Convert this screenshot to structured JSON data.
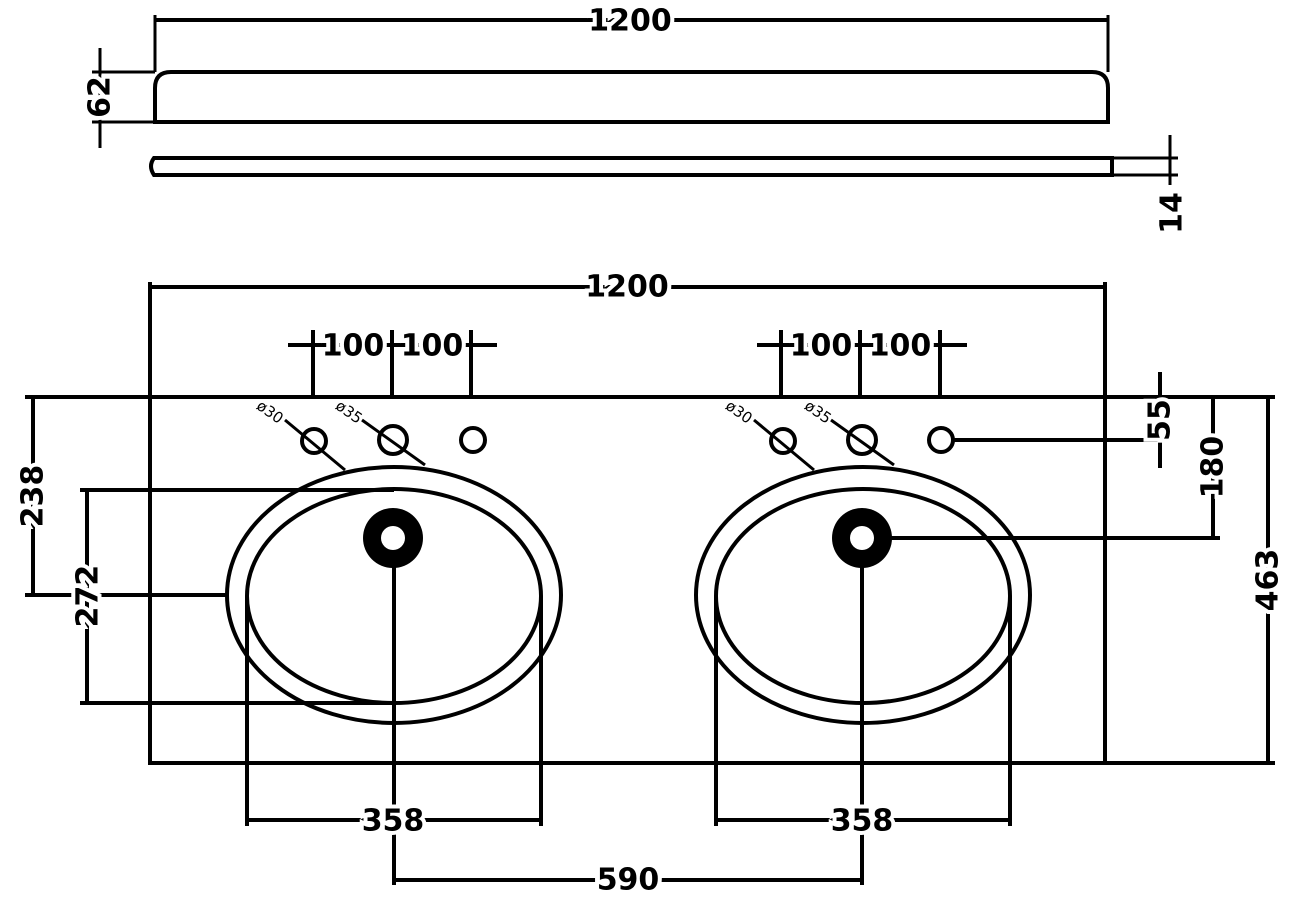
{
  "top_view": {
    "width": "1200",
    "height": "62",
    "thickness": "14"
  },
  "plan_view": {
    "width": "1200",
    "tap_spacing_left": [
      "100",
      "100"
    ],
    "tap_spacing_right": [
      "100",
      "100"
    ],
    "hole_diameters_left": [
      "ø30",
      "ø35"
    ],
    "hole_diameters_right": [
      "ø30",
      "ø35"
    ],
    "dim_238": "238",
    "dim_272": "272",
    "dim_55": "55",
    "dim_180": "180",
    "dim_463": "463",
    "basin_width_left": "358",
    "basin_width_right": "358",
    "basin_centres": "590"
  }
}
